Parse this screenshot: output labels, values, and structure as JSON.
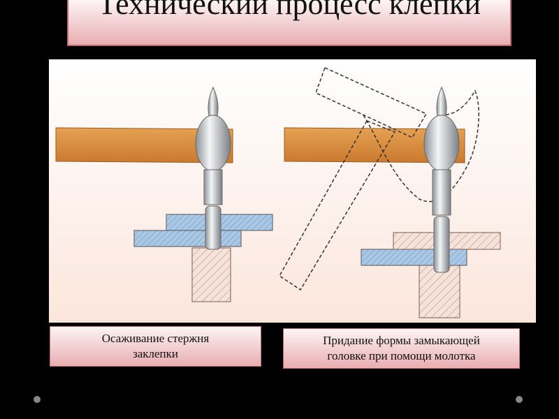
{
  "slide": {
    "title": "Технический процесс клепки",
    "captions": [
      {
        "line1": "Осаживание стержня",
        "line2": "заклепки"
      },
      {
        "line1": "Придание формы замыкающей",
        "line2": "головке при помощи молотка"
      }
    ]
  },
  "colors": {
    "caption_bg": "#e9aeb1",
    "wood": "#d98c3e",
    "plate_blue": "#a9c8e6",
    "plate_pink": "#f3d9cc"
  }
}
